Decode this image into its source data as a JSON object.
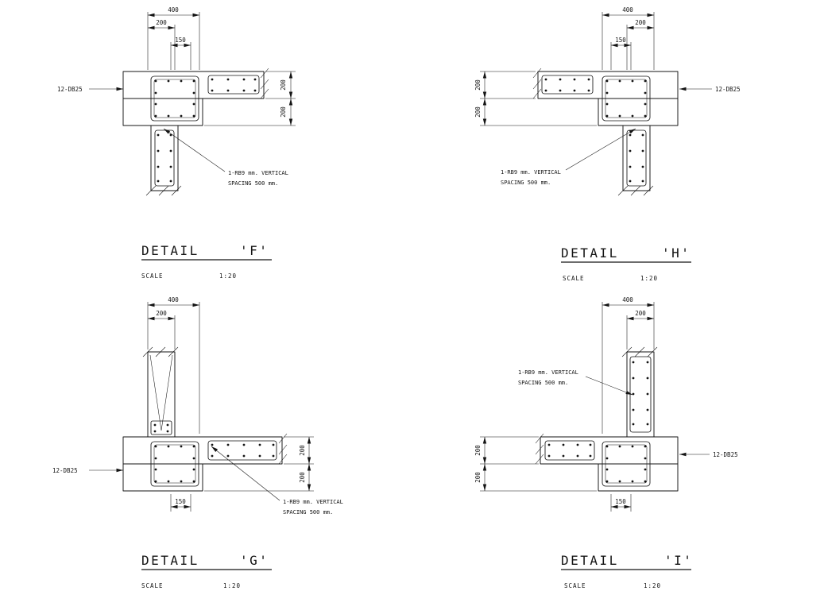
{
  "page": {
    "background": "#ffffff",
    "ink": "#141414"
  },
  "details": {
    "f": {
      "title": "DETAIL",
      "letter": "'F'",
      "scale_label": "SCALE",
      "scale_value": "1:20",
      "dim_400": "400",
      "dim_200": "200",
      "dim_150": "150",
      "side_200_a": "200",
      "side_200_b": "200",
      "bars": "12-DB25",
      "note1": "1-RB9 mm. VERTICAL",
      "note2": "SPACING 500 mm."
    },
    "h": {
      "title": "DETAIL",
      "letter": "'H'",
      "scale_label": "SCALE",
      "scale_value": "1:20",
      "dim_400": "400",
      "dim_200": "200",
      "dim_150": "150",
      "side_200_a": "200",
      "side_200_b": "200",
      "bars": "12-DB25",
      "note1": "1-RB9 mm. VERTICAL",
      "note2": "SPACING 500 mm."
    },
    "g": {
      "title": "DETAIL",
      "letter": "'G'",
      "scale_label": "SCALE",
      "scale_value": "1:20",
      "dim_400": "400",
      "dim_200": "200",
      "dim_150": "150",
      "side_200_a": "200",
      "side_200_b": "200",
      "bars": "12-DB25",
      "note1": "1-RB9 mm. VERTICAL",
      "note2": "SPACING 500 mm."
    },
    "i": {
      "title": "DETAIL",
      "letter": "'I'",
      "scale_label": "SCALE",
      "scale_value": "1:20",
      "dim_400": "400",
      "dim_200": "200",
      "dim_150": "150",
      "side_200_a": "200",
      "side_200_b": "200",
      "bars": "12-DB25",
      "note1": "1-RB9 mm. VERTICAL",
      "note2": "SPACING 500 mm."
    }
  }
}
